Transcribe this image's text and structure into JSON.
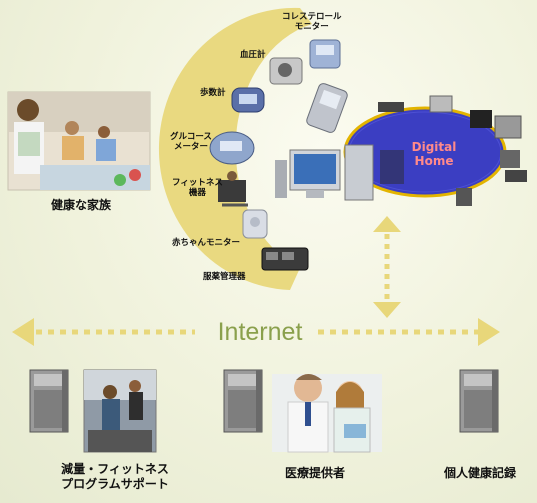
{
  "devices": {
    "cholesterol_label": "コレステロール\nモニター",
    "blood_pressure_label": "血圧計",
    "pedometer_label": "歩数計",
    "glucose_label": "グルコース\nメーター",
    "fitness_label": "フィットネス\n機器",
    "baby_monitor_label": "赤ちゃんモニター",
    "medication_label": "服薬管理器"
  },
  "digital_home_label": "Digital\nHome",
  "family_label": "健康な家族",
  "internet_label": "Internet",
  "bottom": {
    "fitness_support_label": "減量・フィットネス\nプログラムサポート",
    "medical_provider_label": "医療提供者",
    "personal_record_label": "個人健康記録"
  },
  "colors": {
    "arc": "#e8d77a",
    "arrow": "#e8d77a",
    "internet_text": "#8aa04c",
    "digital_home_fill": "#3b3ec2",
    "digital_home_border": "#e3b400",
    "digital_home_text": "#ff8a8a"
  }
}
